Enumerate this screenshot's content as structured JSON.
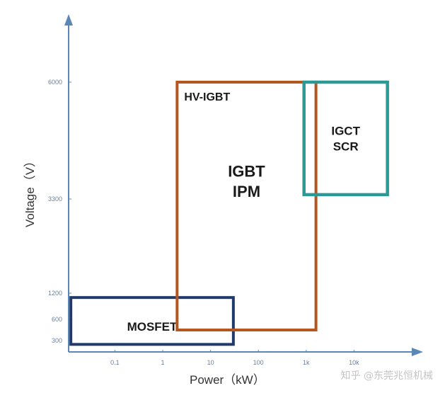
{
  "chart_data": {
    "type": "region-map",
    "xlabel": "Power（kW）",
    "ylabel": "Voltage（V）",
    "x_scale": "log",
    "x_ticks": [
      {
        "value": 0.1,
        "label": "0.1"
      },
      {
        "value": 1,
        "label": "1"
      },
      {
        "value": 10,
        "label": "10"
      },
      {
        "value": 100,
        "label": "100"
      },
      {
        "value": 1000,
        "label": "1k"
      },
      {
        "value": 10000,
        "label": "10k"
      }
    ],
    "y_ticks": [
      {
        "value": 300,
        "label": "300"
      },
      {
        "value": 600,
        "label": "600"
      },
      {
        "value": 1200,
        "label": "1200"
      },
      {
        "value": 3300,
        "label": "3300"
      },
      {
        "value": 6000,
        "label": "6000"
      }
    ],
    "regions": [
      {
        "name": "MOSFET",
        "labels": [
          "MOSFET"
        ],
        "color": "#1f3a6b",
        "x_range": [
          0.012,
          30
        ],
        "y_range": [
          200,
          1100
        ]
      },
      {
        "name": "IGBT",
        "labels": [
          "IGBT",
          "IPM"
        ],
        "color": "#b5561f",
        "x_range": [
          2,
          1600
        ],
        "y_range": [
          450,
          6000
        ]
      },
      {
        "name": "HV-IGBT",
        "labels": [
          "HV-IGBT"
        ],
        "color": "#b5561f",
        "x_range": [
          2,
          1600
        ],
        "y_range": [
          450,
          6000
        ],
        "label_position": "top-left"
      },
      {
        "name": "IGCT/SCR",
        "labels": [
          "IGCT",
          "SCR"
        ],
        "color": "#2b9a94",
        "x_range": [
          900,
          50000
        ],
        "y_range": [
          3400,
          6000
        ]
      }
    ]
  },
  "watermark": "知乎 @东莞兆恒机械",
  "colors": {
    "axis": "#5b87b7",
    "tick": "#6b7f96"
  }
}
